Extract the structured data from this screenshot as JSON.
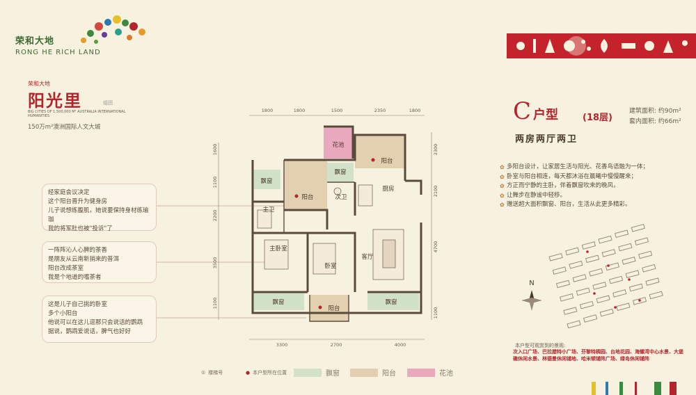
{
  "logo": {
    "name_cn": "荣和大地",
    "name_en": "RONG HE RICH LAND"
  },
  "brand": {
    "small": "荣和大地",
    "title": "阳光里",
    "sub": "组团",
    "tagline_en": "BIG CITIES OF 1,500,000 M² AUSTRALIA INTERNATIONAL HUMANITIES",
    "tagline_cn": "150万m²澳洲国际人文大城"
  },
  "unit": {
    "letter": "C",
    "type_label": "户型",
    "floor": "(18层)",
    "area_build": "建筑面积: 约90m²",
    "area_inner": "套内面积: 约66m²",
    "layout": "两房两厅两卫"
  },
  "features": [
    "多阳台设计，让家居生活与阳光、花香鸟语融为一体；",
    "卧室与阳台相连，每天都沐浴在晨曦中慢慢醒来；",
    "方正而宁静的主卧，伴着飘窗吹来的晚风，",
    "让舞步在静谧中轻移。",
    "赠送超大面积飘窗、阳台，生活从此更多精彩。"
  ],
  "notes": [
    [
      "经家庭会议决定",
      "这个阳台晋升为健身房",
      "儿子说想练腹肌，她说要保持身材练瑜珈",
      "我的将军肚也被\"投诉\"了"
    ],
    [
      "一阵阵沁人心脾的茶香",
      "是朋友从云南新捎来的普洱",
      "阳台改成茶室",
      "我是个地道的嗜茶者"
    ],
    [
      "这是儿子自己挑的卧室",
      "多个小阳台",
      "他说可以在这儿逗那只会说话的鹦鹉",
      "据说，鹦鹉爱说话，脾气也好好"
    ]
  ],
  "plan": {
    "dims_top": [
      "1800",
      "1800",
      "1500",
      "2350",
      "1800"
    ],
    "dims_bottom": [
      "3300",
      "2700",
      "4000"
    ],
    "dims_left": [
      "1600",
      "1100",
      "2200",
      "3500",
      "1100"
    ],
    "dims_right": [
      "2300",
      "2100",
      "4700",
      "1100"
    ],
    "rooms": {
      "flower_pool": "花池",
      "balcony_top": "阳台",
      "bay1": "飘窗",
      "bay2": "飘窗",
      "balcony_mid": "阳台",
      "kitchen": "厨房",
      "bath_sec": "次卫",
      "bath_main": "主卫",
      "master_bed": "主卧室",
      "bedroom": "卧室",
      "living": "客厅",
      "bay3": "飘窗",
      "bay4": "飘窗",
      "balcony_bottom": "阳台"
    }
  },
  "legend": {
    "stair": "楼梯号",
    "position": "本户型所在位置",
    "bay": "飘窗",
    "balcony": "阳台",
    "flower": "花池"
  },
  "map": {
    "north": "N",
    "title": "本户型可观赏到的景观:",
    "text": "次入口广场、巴拉腊特小广场、芬黎特稠园、台地花园、海螺湾中心水景、大堡礁休闲水景、林德曼休闲铺地、哈米顿铺阵广场、绿岛休闲铺阵"
  },
  "colors": {
    "accent_red": "#b2252c",
    "bay": "#d2e2c8",
    "balcony": "#e2d0b0",
    "flower": "#e9a9bd"
  }
}
